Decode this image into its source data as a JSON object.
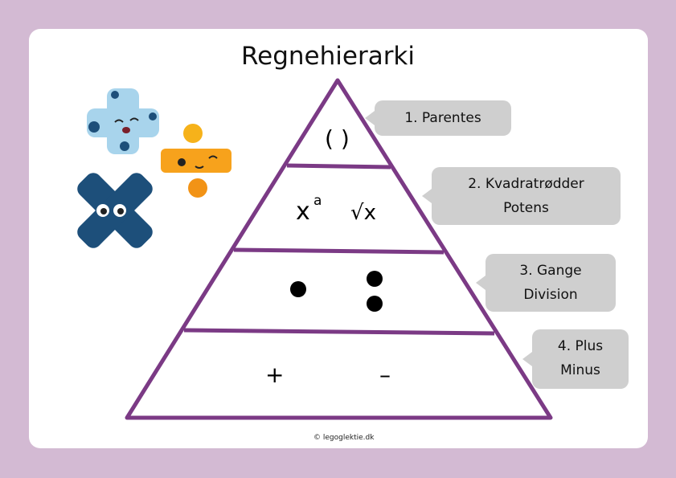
{
  "title": "Regnehierarki",
  "levels": [
    {
      "label_line1": "1. Parentes",
      "symbols": [
        "( )"
      ]
    },
    {
      "label_line1": "2. Kvadratrødder",
      "label_line2": "Potens",
      "symbols": [
        "x",
        "a",
        "√x"
      ]
    },
    {
      "label_line1": "3. Gange",
      "label_line2": "Division"
    },
    {
      "label_line1": "4. Plus",
      "label_line2": "Minus",
      "symbols": [
        "+",
        "–"
      ]
    }
  ],
  "copyright": "© legoglektie.dk",
  "colors": {
    "background": "#d3bad3",
    "pyramid": "#7b3a85",
    "callout": "#cfcfcf"
  }
}
